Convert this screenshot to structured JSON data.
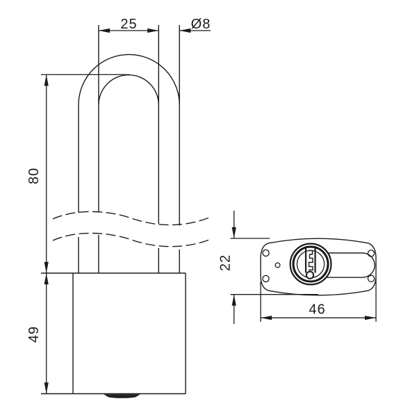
{
  "drawing": {
    "background": "#ffffff",
    "line_color": "#1b1b1b",
    "dimensions": {
      "shackle_inner_width": "25",
      "shackle_diameter": "Ø8",
      "shackle_length": "80",
      "body_height": "49",
      "body_depth": "22",
      "body_width": "46"
    }
  }
}
